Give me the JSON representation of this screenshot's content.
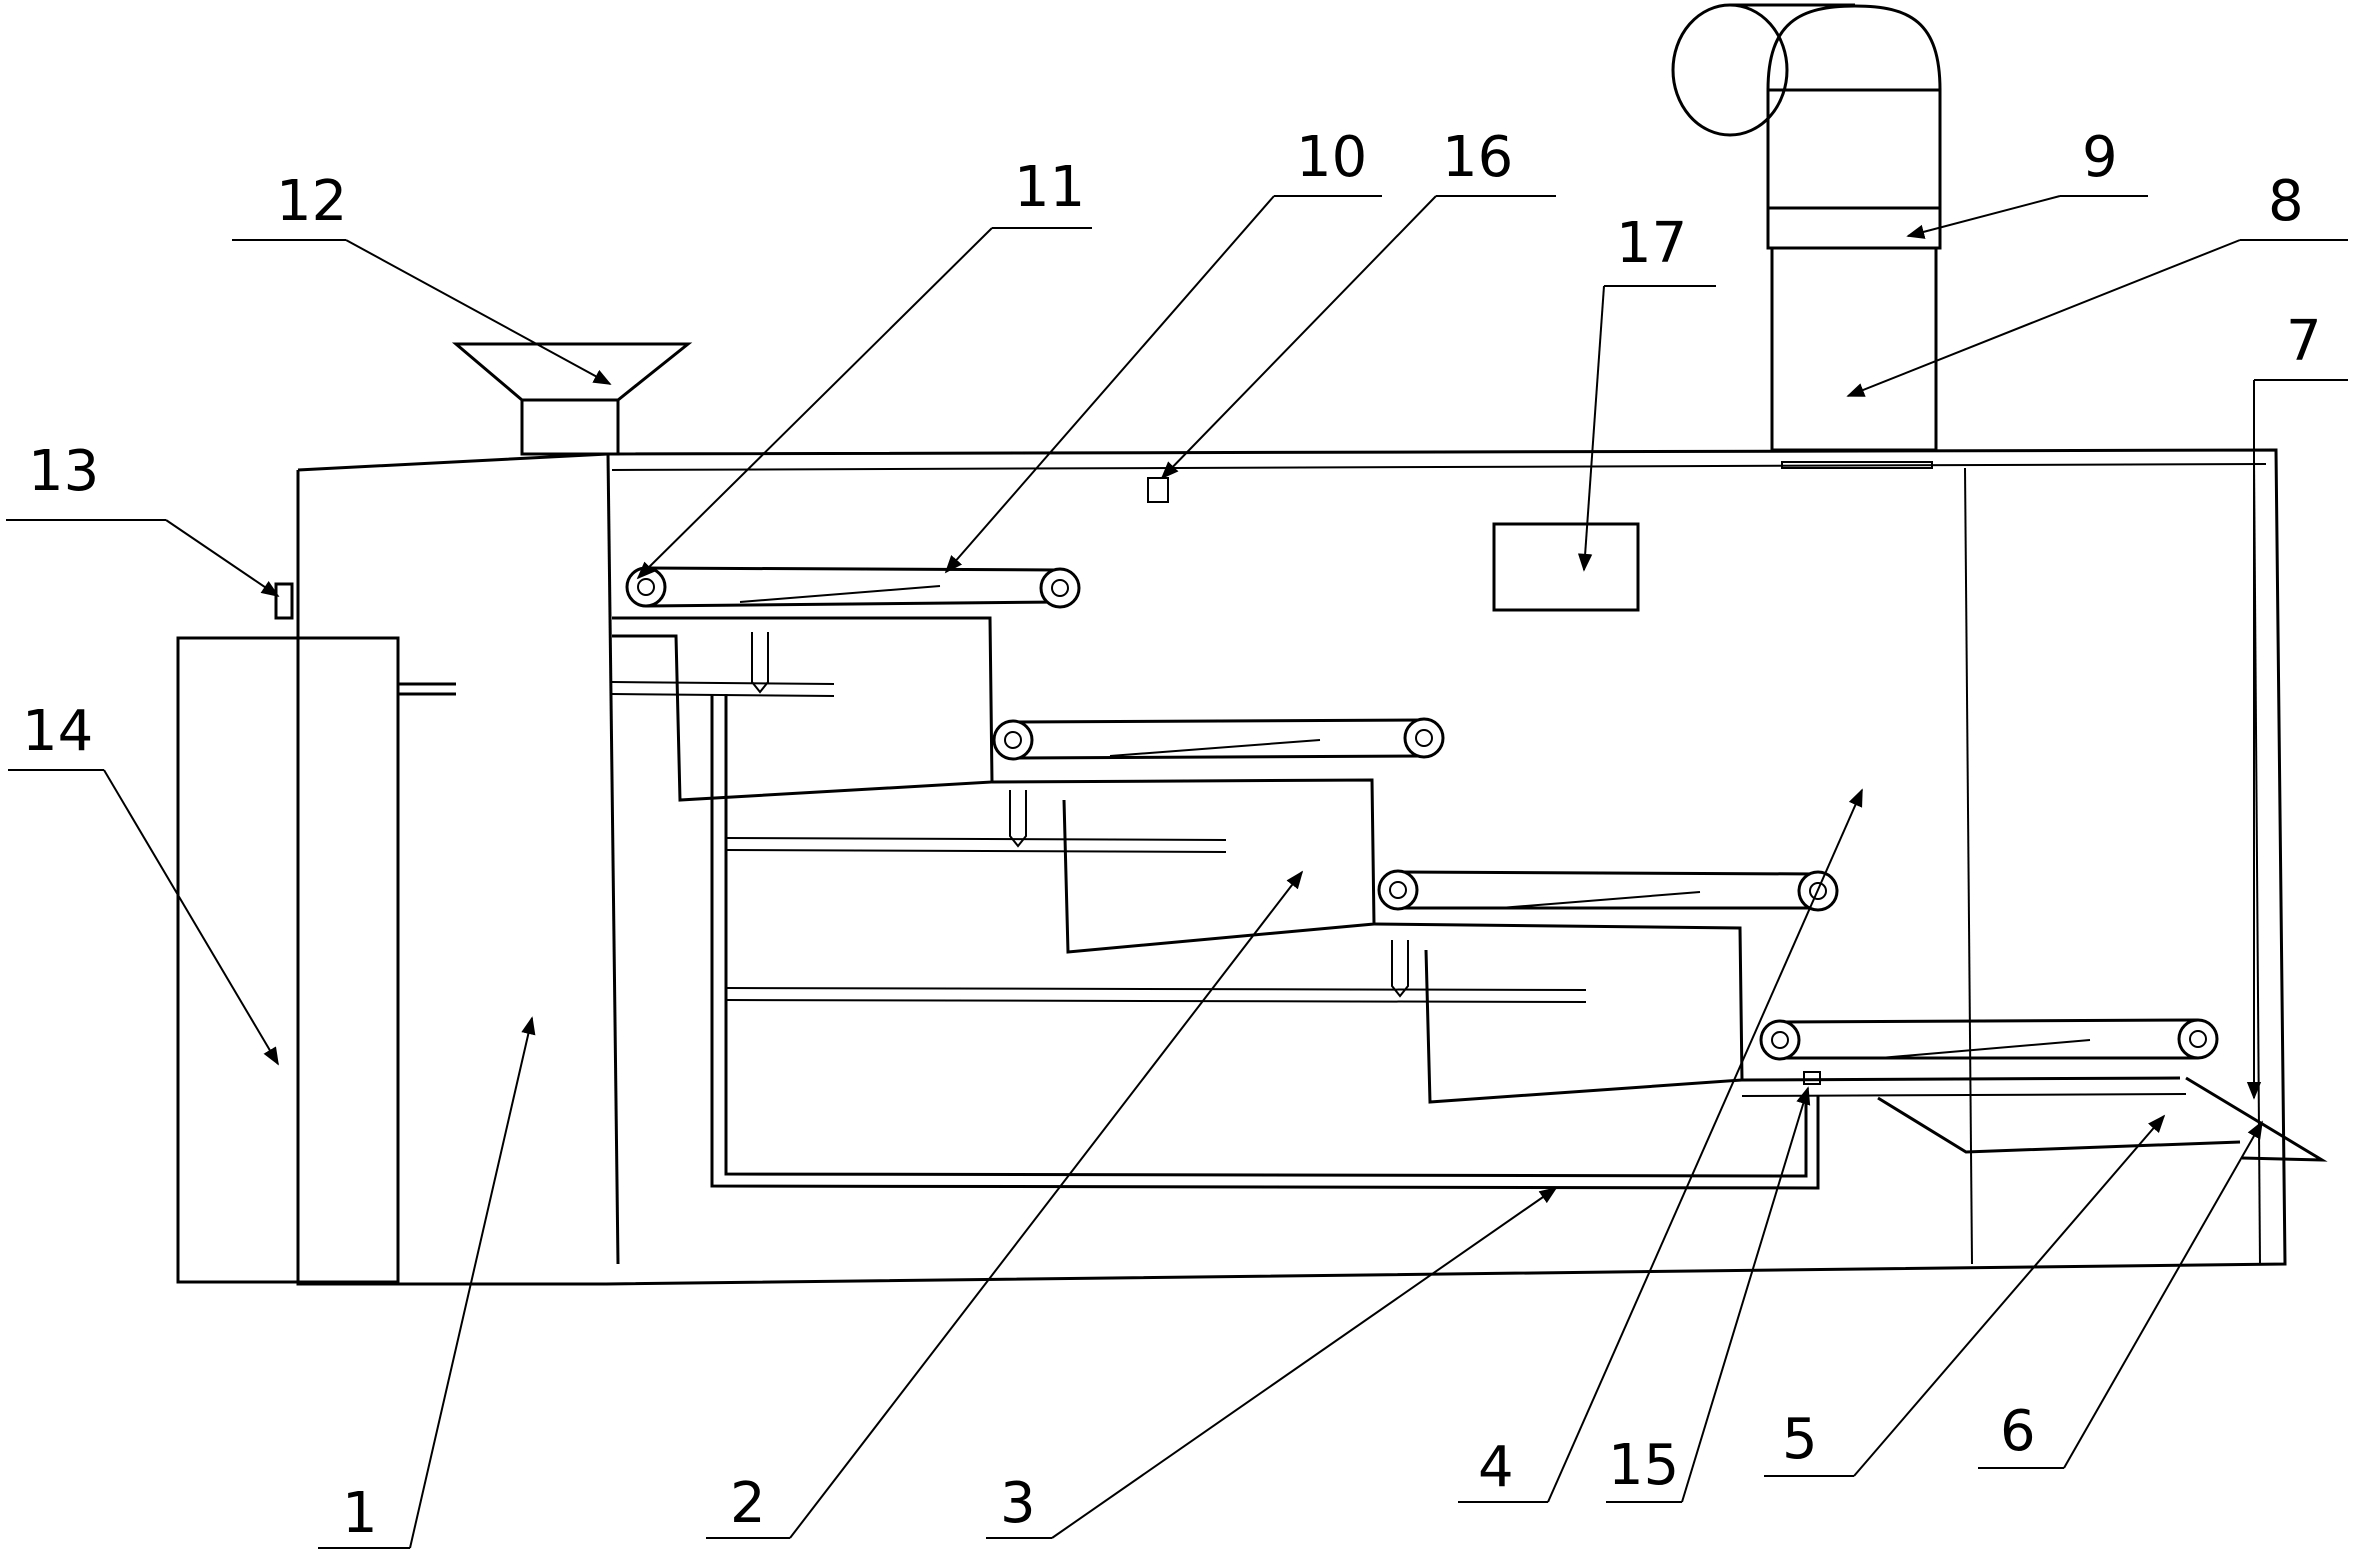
{
  "figure": {
    "stroke_color": "#000000",
    "background": "#ffffff",
    "part_labels": [
      "1",
      "2",
      "3",
      "4",
      "5",
      "6",
      "7",
      "8",
      "9",
      "10",
      "11",
      "12",
      "13",
      "14",
      "15",
      "16",
      "17"
    ]
  }
}
